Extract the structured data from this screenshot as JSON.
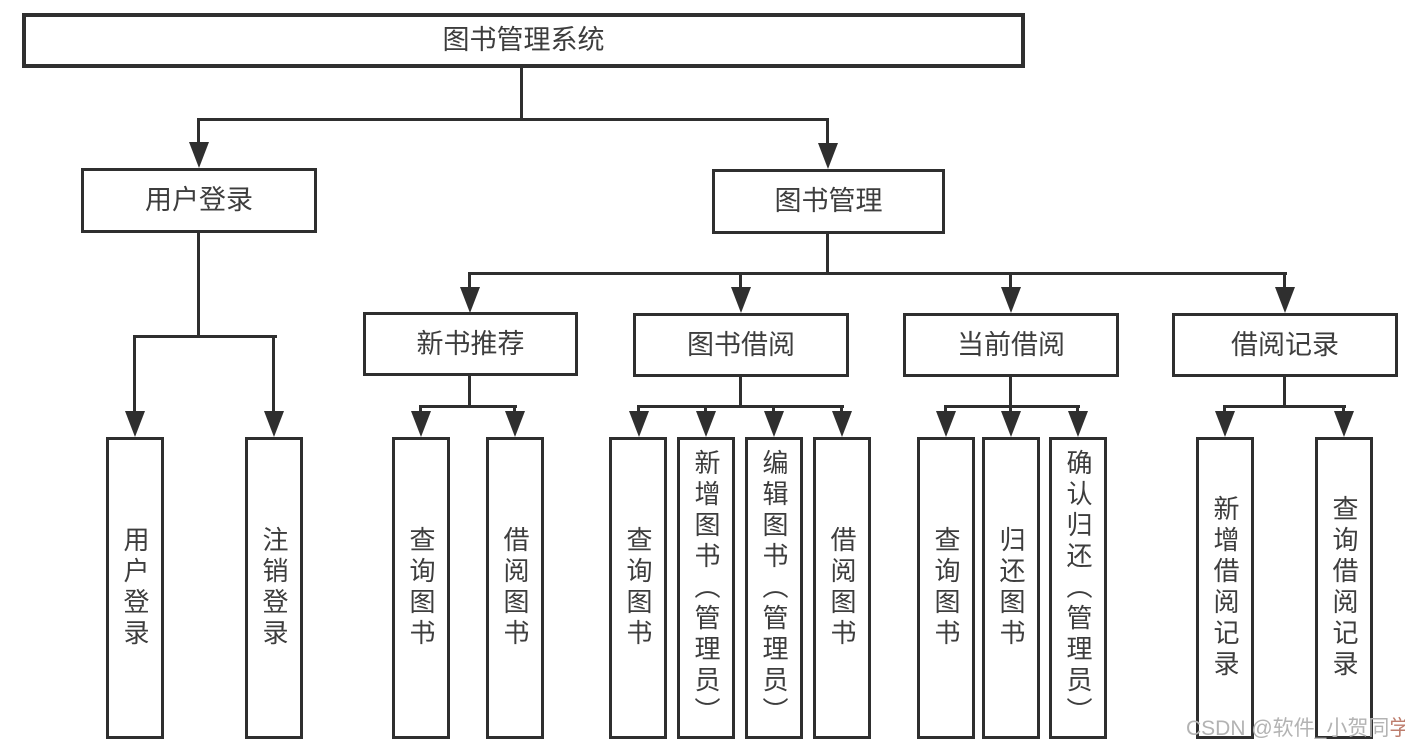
{
  "diagram_title": "图书管理系统",
  "tree": {
    "root": {
      "label": "图书管理系统"
    },
    "level2": [
      {
        "id": "user-login",
        "label": "用户登录"
      },
      {
        "id": "book-management",
        "label": "图书管理"
      }
    ],
    "level3": [
      {
        "id": "new-book-recommend",
        "label": "新书推荐"
      },
      {
        "id": "book-borrow",
        "label": "图书借阅"
      },
      {
        "id": "current-borrow",
        "label": "当前借阅"
      },
      {
        "id": "borrow-records",
        "label": "借阅记录"
      }
    ],
    "level4": {
      "user_login": [
        {
          "label": "用户登录"
        },
        {
          "label": "注销登录"
        }
      ],
      "new_book_recommend": [
        {
          "label": "查询图书"
        },
        {
          "label": "借阅图书"
        }
      ],
      "book_borrow": [
        {
          "label": "查询图书"
        },
        {
          "label": "新增图书（管理员）"
        },
        {
          "label": "编辑图书（管理员）"
        },
        {
          "label": "借阅图书"
        }
      ],
      "current_borrow": [
        {
          "label": "查询图书"
        },
        {
          "label": "归还图书"
        },
        {
          "label": "确认归还（管理员）"
        }
      ],
      "borrow_records": [
        {
          "label": "新增借阅记录"
        },
        {
          "label": "查询借阅记录"
        }
      ]
    }
  },
  "watermark": {
    "main": "CSDN @软件_小贺同",
    "accent": "学"
  },
  "colors": {
    "line": "#2f2f2f",
    "text": "#3d3d3d",
    "background": "#ffffff",
    "watermark_gray": "#b3b3b3",
    "watermark_accent": "#bd7d6d"
  }
}
